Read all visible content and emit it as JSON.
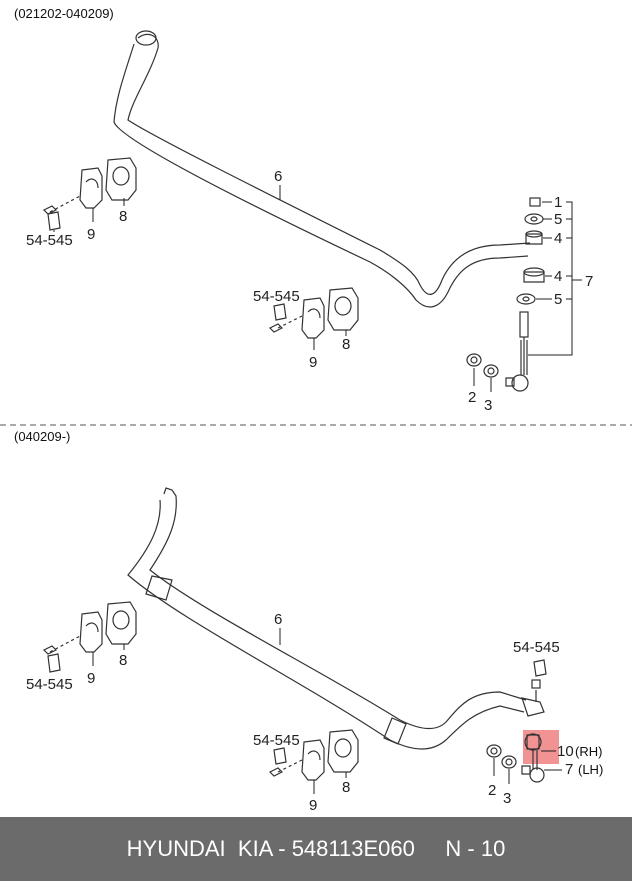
{
  "sections": [
    {
      "range": "(021202-040209)",
      "labels": {
        "bar": "6",
        "nut": "1",
        "washer_top": "5",
        "bushing_top": "4",
        "bushing_bottom": "4",
        "washer_bottom": "5",
        "link_group": "7",
        "nut_lower": "2",
        "washer_lower": "3",
        "bolt_left": "54-545",
        "clamp_left": "9",
        "bush_left": "8",
        "bolt_mid": "54-545",
        "clamp_mid": "9",
        "bush_mid": "8"
      }
    },
    {
      "range": "(040209-)",
      "labels": {
        "bar": "6",
        "bolt_left": "54-545",
        "clamp_left": "9",
        "bush_left": "8",
        "bolt_mid": "54-545",
        "clamp_mid": "9",
        "bush_mid": "8",
        "bolt_right": "54-545",
        "link_rh": "10",
        "link_rh_side": "(RH)",
        "link_lh": "7",
        "link_lh_side": "(LH)",
        "nut_lower": "2",
        "washer_lower": "3"
      }
    }
  ],
  "footer": {
    "text": "HYUNDAI  KIA - 548113E060     N - 10"
  },
  "colors": {
    "highlight": "#f08080",
    "footer_bg": "#6b6b6b",
    "footer_text": "#ffffff"
  }
}
